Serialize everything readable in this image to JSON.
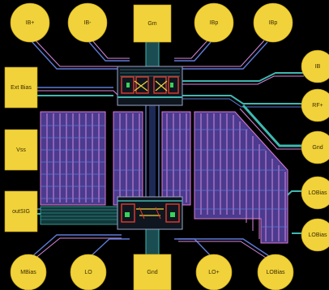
{
  "layout_image": {
    "kind": "IC layout die (no UI chrome)",
    "colors": {
      "background": "#000000",
      "pad": "#f1d23a",
      "metal_1": "#5d7bd6",
      "metal_2": "#d889e0",
      "metal_3": "#3fb8b0",
      "resistor_fill": "#4a3b8e",
      "device_red": "#e03b2e",
      "device_green": "#38d35a"
    },
    "pads": {
      "top": [
        "IB+",
        "IB-",
        "Gm",
        "IBp",
        "IBp"
      ],
      "left": [
        "Ext Bias",
        "Vss",
        "outSIG"
      ],
      "right": [
        "IB",
        "RF+",
        "Gnd",
        "LOBias",
        "LOBias"
      ],
      "bottom": [
        "MBias",
        "LO",
        "Gnd",
        "LO+",
        "LOBias"
      ]
    }
  }
}
